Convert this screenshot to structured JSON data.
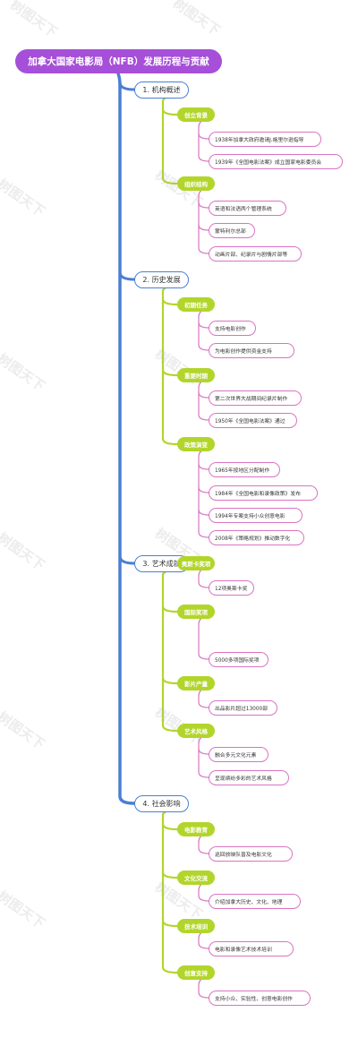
{
  "title": "加拿大国家电影局（NFB）发展历程与贡献",
  "watermark": "树图天下",
  "colors": {
    "root": "#a64fd8",
    "trunk": "#4a7fd4",
    "branch": "#b2d52c",
    "leaf_border": "#d974c2"
  },
  "sections": [
    {
      "label": "1. 机构概述",
      "groups": [
        {
          "label": "创立背景",
          "items": [
            "1938年加拿大政府邀请J.格里尔逊指导",
            "1939年《全国电影法案》成立国家电影委员会"
          ]
        },
        {
          "label": "组织结构",
          "items": [
            "英语和法语两个管理系统",
            "蒙特利尔总部",
            "动画片部、纪录片与剧情片部等"
          ]
        }
      ]
    },
    {
      "label": "2. 历史发展",
      "groups": [
        {
          "label": "初期任务",
          "items": [
            "支持电影创作",
            "为电影创作提供资金支持"
          ]
        },
        {
          "label": "重要时期",
          "items": [
            "第二次世界大战期间纪录片制作",
            "1950年《全国电影法案》通过"
          ]
        },
        {
          "label": "政策演变",
          "items": [
            "1965年按地区分配制作",
            "1984年《全国电影和录像政策》发布",
            "1994年专案支持小众创意电影",
            "2008年《策略规划》推动数字化"
          ]
        }
      ]
    },
    {
      "label": "3. 艺术成就",
      "groups": [
        {
          "label": "奥斯卡奖项",
          "items": [
            "12项奥斯卡奖"
          ]
        },
        {
          "label": "国际奖项",
          "items": [
            "5000多项国际奖项"
          ]
        },
        {
          "label": "影片产量",
          "items": [
            "出品影片超过13000部"
          ]
        },
        {
          "label": "艺术风格",
          "items": [
            "融合多元文化元素",
            "呈现缤纷多彩的艺术风格"
          ]
        }
      ]
    },
    {
      "label": "4. 社会影响",
      "groups": [
        {
          "label": "电影教育",
          "items": [
            "巡回放映队普及电影文化"
          ]
        },
        {
          "label": "文化交流",
          "items": [
            "介绍加拿大历史、文化、地理"
          ]
        },
        {
          "label": "技术培训",
          "items": [
            "电影和录像艺术技术培训"
          ]
        },
        {
          "label": "创意支持",
          "items": [
            "支持小众、实验性、创意电影创作"
          ]
        }
      ]
    }
  ]
}
